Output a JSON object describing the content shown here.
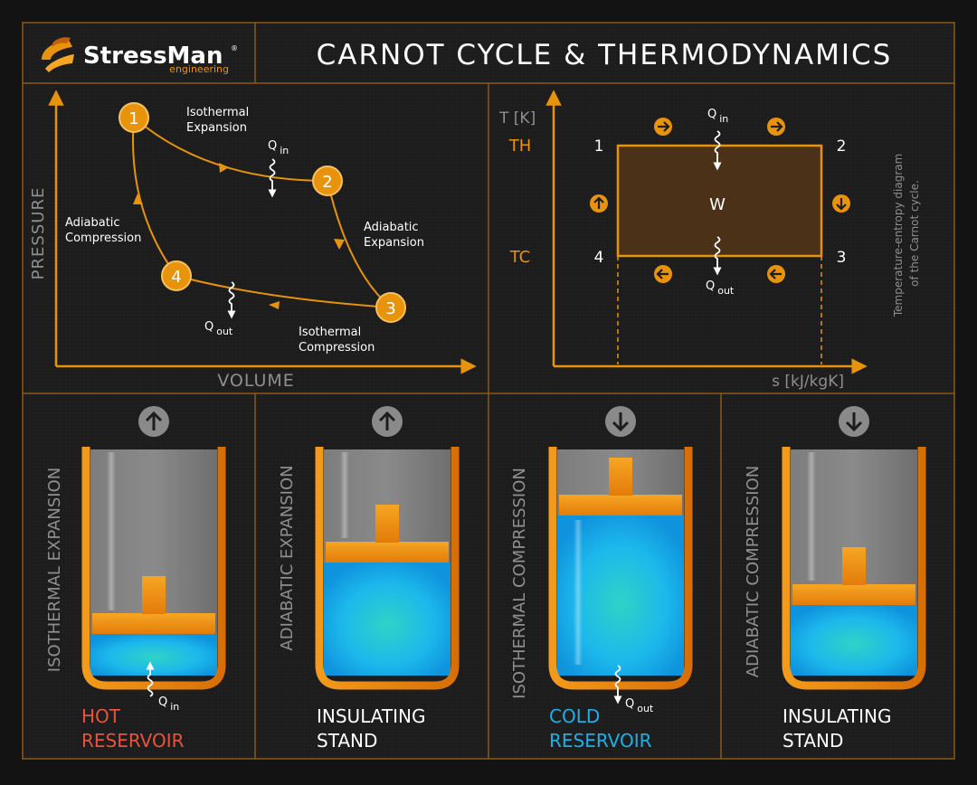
{
  "header": {
    "brand_name": "StressMan",
    "brand_reg": "®",
    "brand_sub": "engineering",
    "title": "CARNOT CYCLE & THERMODYNAMICS"
  },
  "pv": {
    "y_axis_label": "PRESSURE",
    "x_axis_label": "VOLUME",
    "points": [
      "1",
      "2",
      "3",
      "4"
    ],
    "process_12": [
      "Isothermal",
      "Expansion"
    ],
    "process_23": [
      "Adiabatic",
      "Expansion"
    ],
    "process_34": [
      "Isothermal",
      "Compression"
    ],
    "process_41": [
      "Adiabatic",
      "Compression"
    ],
    "q_in": {
      "q": "Q",
      "sub": "in"
    },
    "q_out": {
      "q": "Q",
      "sub": "out"
    }
  },
  "ts": {
    "y_axis_label": "T [K]",
    "x_axis_label": "s [kJ/kgK]",
    "th": "TH",
    "tc": "TC",
    "corners": [
      "1",
      "2",
      "3",
      "4"
    ],
    "work": "W",
    "q_in": {
      "q": "Q",
      "sub": "in"
    },
    "q_out": {
      "q": "Q",
      "sub": "out"
    },
    "caption": [
      "Temperature-entropy diagram",
      "of the Carnot cycle."
    ]
  },
  "stages": [
    {
      "title": "ISOTHERMAL EXPANSION",
      "direction": "up",
      "reservoir": [
        "HOT",
        "RESERVOIR"
      ],
      "reservoir_color": "#e8533a",
      "heat": {
        "q": "Q",
        "sub": "in"
      }
    },
    {
      "title": "ADIABATIC EXPANSION",
      "direction": "up",
      "reservoir": [
        "INSULATING",
        "STAND"
      ],
      "reservoir_color": "#ffffff"
    },
    {
      "title": "ISOTHERMAL COMPRESSION",
      "direction": "down",
      "reservoir": [
        "COLD",
        "RESERVOIR"
      ],
      "reservoir_color": "#1ab0e8",
      "heat": {
        "q": "Q",
        "sub": "out"
      }
    },
    {
      "title": "ADIABATIC COMPRESSION",
      "direction": "down",
      "reservoir": [
        "INSULATING",
        "STAND"
      ],
      "reservoir_color": "#ffffff"
    }
  ],
  "colors": {
    "accent": "#e8930c",
    "fluid": "#23c4ef",
    "background": "#1c1c1c",
    "grid_line": "#8a5a1a"
  }
}
